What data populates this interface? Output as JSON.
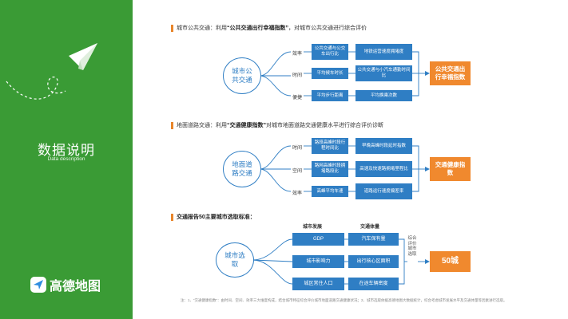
{
  "sidebar": {
    "title": "数据说明",
    "subtitle": "Data description",
    "brand": "高德地图",
    "accent": "#3a9b35"
  },
  "section1": {
    "prefix": "城市公共交通：利用",
    "keyword": "“公共交通出行幸福指数”",
    "suffix": "，对城市公共交通进行综合评价",
    "center": "城市公共交通",
    "params": [
      "效率",
      "时间",
      "便捷"
    ],
    "cells": [
      [
        "公共交通与公交车出行比",
        "地铁运营速度拥堵度"
      ],
      [
        "平均候车时长",
        "公共交通与小汽车通勤时间比"
      ],
      [
        "平均步行距离",
        "平均换乘次数"
      ]
    ],
    "result": "公共交通出行幸福指数"
  },
  "section2": {
    "prefix": "地面道路交通：利用",
    "keyword": "“交通健康指数”",
    "suffix": "对城市地面道路交通健康水平进行综合评价诊断",
    "center": "地面道路交通",
    "params": [
      "时间",
      "空间",
      "效率"
    ],
    "cells": [
      [
        "路段高峰时段行程时间比",
        "早晚高峰时段延时指数"
      ],
      [
        "路网高峰时段拥堵路段比",
        "高速及快速路拥堵里程比"
      ],
      [
        "高峰平均车速",
        "道路运行速度偏差率"
      ]
    ],
    "result": "交通健康指数"
  },
  "section3": {
    "title": "交通报告50主要城市选取标准：",
    "center": "城市选取",
    "col1": "城市发展",
    "col2": "交通体量",
    "cells": [
      [
        "GDP",
        "汽车保有量"
      ],
      [
        "城市影响力",
        "出行核心区面积"
      ],
      [
        "城区常住人口",
        "在途车辆密度"
      ]
    ],
    "vertical": "综合评价城市选取",
    "result": "50城"
  },
  "footnote": "注：1、“交通健康指数”：由时间、空间、效率三大维度构成，结合城市特征综合评价城市地面道路交通健康状况；2、城市选取依据高德地图大数据统计，综合考虑城市发展水平及交通体量等因素进行选取。",
  "colors": {
    "node": "#2f7ec4",
    "result": "#f0892e",
    "line": "#2f7ec4"
  }
}
